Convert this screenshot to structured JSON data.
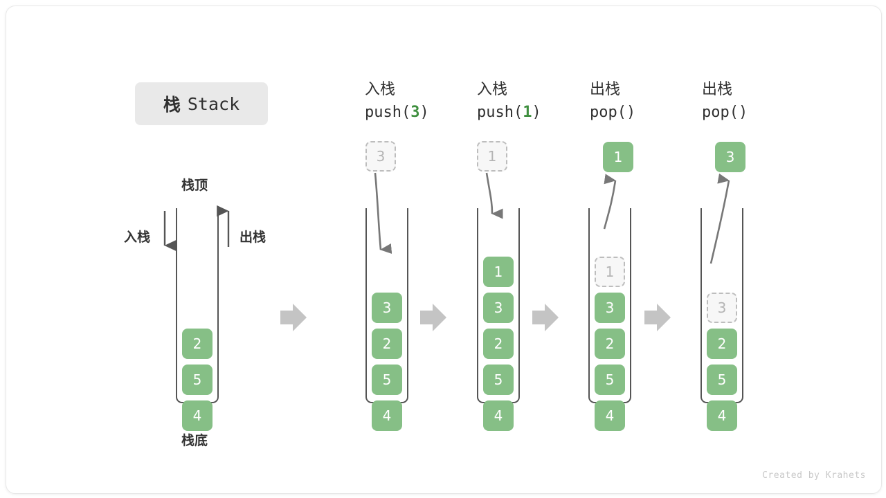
{
  "title": {
    "cn": "栈",
    "en": "Stack"
  },
  "labels": {
    "top": "栈顶",
    "bottom": "栈底",
    "push": "入栈",
    "pop": "出栈"
  },
  "credit": "Created by Krahets",
  "colors": {
    "element_green": "#86bf86",
    "ghost_fill": "#f7f7f7",
    "ghost_border": "#bdbdbd",
    "wall": "#555555",
    "arrow": "#777777",
    "separator": "#c4c4c4",
    "badge_bg": "#e9e9e9",
    "code_accent": "#3f8f3f"
  },
  "columns": [
    {
      "id": "initial",
      "head_cn": "",
      "head_code_pre": "",
      "head_code_arg": "",
      "head_code_post": "",
      "elements": [
        "2",
        "5",
        "4"
      ],
      "float": null
    },
    {
      "id": "push-3",
      "head_cn": "入栈",
      "head_code_pre": "push(",
      "head_code_arg": "3",
      "head_code_post": ")",
      "elements": [
        "3",
        "2",
        "5",
        "4"
      ],
      "float": {
        "value": "3",
        "style": "ghost",
        "direction": "down"
      }
    },
    {
      "id": "push-1",
      "head_cn": "入栈",
      "head_code_pre": "push(",
      "head_code_arg": "1",
      "head_code_post": ")",
      "elements": [
        "1",
        "3",
        "2",
        "5",
        "4"
      ],
      "float": {
        "value": "1",
        "style": "ghost",
        "direction": "down"
      }
    },
    {
      "id": "pop-1",
      "head_cn": "出栈",
      "head_code_pre": "pop(",
      "head_code_arg": "",
      "head_code_post": ")",
      "elements": [
        "1",
        "3",
        "2",
        "5",
        "4"
      ],
      "ghost_index": 0,
      "float": {
        "value": "1",
        "style": "solid",
        "direction": "up"
      }
    },
    {
      "id": "pop-3",
      "head_cn": "出栈",
      "head_code_pre": "pop(",
      "head_code_arg": "",
      "head_code_post": ")",
      "elements": [
        "3",
        "2",
        "5",
        "4"
      ],
      "ghost_index": 0,
      "float": {
        "value": "3",
        "style": "solid",
        "direction": "up"
      }
    }
  ]
}
